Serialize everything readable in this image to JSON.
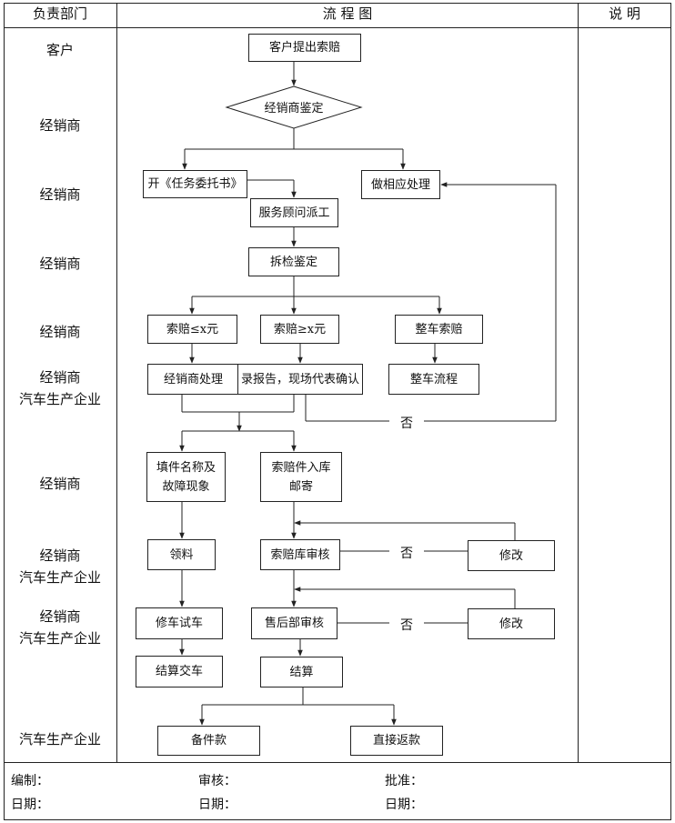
{
  "header": {
    "dept": "负责部门",
    "flow": "流 程 图",
    "note": "说 明"
  },
  "departments": [
    [
      "客户"
    ],
    [
      "经销商"
    ],
    [
      "经销商"
    ],
    [
      "经销商"
    ],
    [
      "经销商"
    ],
    [
      "经销商",
      "汽车生产企业"
    ],
    [
      "经销商"
    ],
    [
      "经销商",
      "汽车生产企业"
    ],
    [
      "经销商",
      "汽车生产企业"
    ],
    [
      "汽车生产企业"
    ]
  ],
  "nodes": {
    "claim_submit": "客户提出索赔",
    "dealer_assess": "经销商鉴定",
    "task_order": "开《任务委托书》",
    "handle_accordingly": "做相应处理",
    "service_dispatch": "服务顾问派工",
    "disassembly_check": "拆检鉴定",
    "claim_le": "索赔≤x元",
    "claim_ge": "索赔≥x元",
    "whole_vehicle_claim": "整车索赔",
    "dealer_handle": "经销商处理",
    "report_confirm": "录报告，现场代表确认",
    "whole_vehicle_flow": "整车流程",
    "fill_name": [
      "填件名称及",
      "故障现象"
    ],
    "parts_storage": [
      "索赔件入库",
      "邮寄"
    ],
    "get_material": "领料",
    "warehouse_review": "索赔库审核",
    "modify_1": "修改",
    "repair_test": "修车试车",
    "aftersales_review": "售后部审核",
    "modify_2": "修改",
    "settle_deliver": "结算交车",
    "settlement": "结算",
    "parts_payment": "备件款",
    "direct_refund": "直接返款"
  },
  "edge_labels": {
    "no_1": "否",
    "no_2": "否",
    "no_3": "否"
  },
  "footer": {
    "compile": "编制：",
    "review": "审核：",
    "approve": "批准：",
    "date1": "日期：",
    "date2": "日期：",
    "date3": "日期："
  }
}
